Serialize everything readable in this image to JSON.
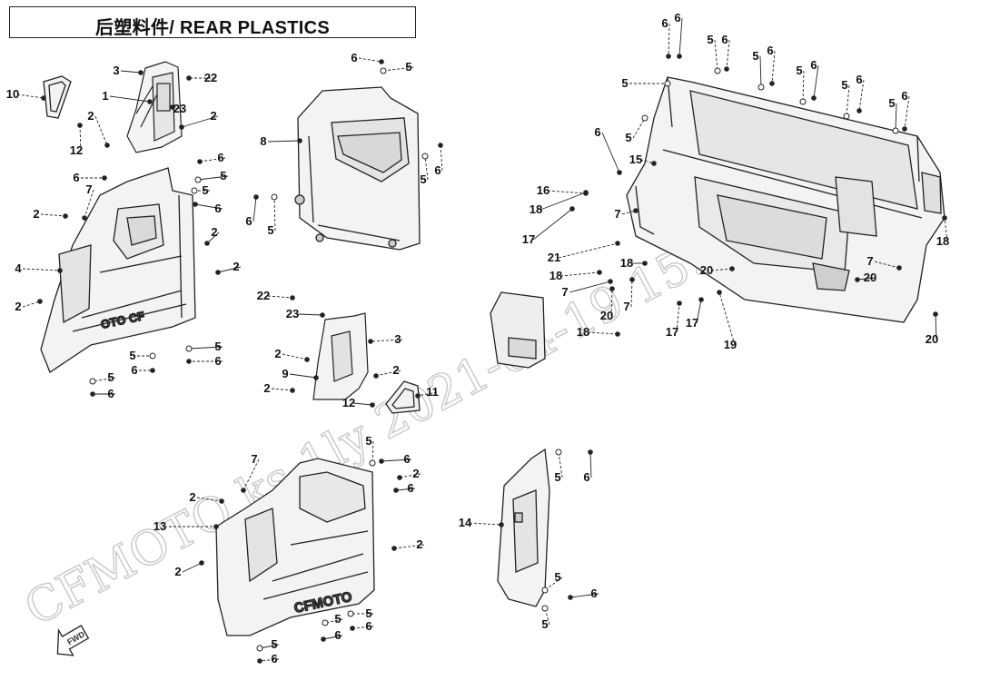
{
  "header": {
    "title": "后塑料件/ REAR PLASTICS"
  },
  "watermark": {
    "text": "CFMOTO ks-1ly 2021-04-19 15:39:02"
  },
  "fwd_marker": {
    "label": "FWD"
  },
  "logos": {
    "left_panel": "OTO CF",
    "lower_panel": "CFMOTO"
  },
  "labels": [
    {
      "id": "l1",
      "t": "3"
    },
    {
      "id": "l2",
      "t": "22"
    },
    {
      "id": "l3",
      "t": "10"
    },
    {
      "id": "l4",
      "t": "1"
    },
    {
      "id": "l5",
      "t": "2"
    },
    {
      "id": "l6",
      "t": "23"
    },
    {
      "id": "l7",
      "t": "2"
    },
    {
      "id": "l8",
      "t": "12"
    },
    {
      "id": "l9",
      "t": "6"
    },
    {
      "id": "l10",
      "t": "5"
    },
    {
      "id": "l11",
      "t": "6"
    },
    {
      "id": "l12",
      "t": "7"
    },
    {
      "id": "l13",
      "t": "6"
    },
    {
      "id": "l14",
      "t": "5"
    },
    {
      "id": "l15",
      "t": "2"
    },
    {
      "id": "l16",
      "t": "2"
    },
    {
      "id": "l17",
      "t": "4"
    },
    {
      "id": "l18",
      "t": "2"
    },
    {
      "id": "l19",
      "t": "2"
    },
    {
      "id": "l20",
      "t": "5"
    },
    {
      "id": "l21",
      "t": "6"
    },
    {
      "id": "l22",
      "t": "5"
    },
    {
      "id": "l23",
      "t": "6"
    },
    {
      "id": "l24",
      "t": "5"
    },
    {
      "id": "l25",
      "t": "6"
    },
    {
      "id": "l26",
      "t": "6"
    },
    {
      "id": "l27",
      "t": "5"
    },
    {
      "id": "l28",
      "t": "8"
    },
    {
      "id": "l29",
      "t": "5"
    },
    {
      "id": "l30",
      "t": "6"
    },
    {
      "id": "l31",
      "t": "6"
    },
    {
      "id": "l32",
      "t": "5"
    },
    {
      "id": "l33",
      "t": "22"
    },
    {
      "id": "l34",
      "t": "23"
    },
    {
      "id": "l35",
      "t": "3"
    },
    {
      "id": "l36",
      "t": "2"
    },
    {
      "id": "l37",
      "t": "9"
    },
    {
      "id": "l38",
      "t": "2"
    },
    {
      "id": "l39",
      "t": "2"
    },
    {
      "id": "l40",
      "t": "12"
    },
    {
      "id": "l41",
      "t": "11"
    },
    {
      "id": "l42",
      "t": "5"
    },
    {
      "id": "l43",
      "t": "6"
    },
    {
      "id": "l44",
      "t": "7"
    },
    {
      "id": "l45",
      "t": "2"
    },
    {
      "id": "l46",
      "t": "6"
    },
    {
      "id": "l47",
      "t": "2"
    },
    {
      "id": "l48",
      "t": "13"
    },
    {
      "id": "l49",
      "t": "2"
    },
    {
      "id": "l50",
      "t": "2"
    },
    {
      "id": "l51",
      "t": "5"
    },
    {
      "id": "l52",
      "t": "6"
    },
    {
      "id": "l53",
      "t": "5"
    },
    {
      "id": "l54",
      "t": "6"
    },
    {
      "id": "l55",
      "t": "5"
    },
    {
      "id": "l56",
      "t": "6"
    },
    {
      "id": "l57",
      "t": "5"
    },
    {
      "id": "l58",
      "t": "6"
    },
    {
      "id": "l59",
      "t": "14"
    },
    {
      "id": "l60",
      "t": "5"
    },
    {
      "id": "l61",
      "t": "6"
    },
    {
      "id": "l62",
      "t": "5"
    },
    {
      "id": "l63",
      "t": "6"
    },
    {
      "id": "l64",
      "t": "6"
    },
    {
      "id": "l65",
      "t": "5"
    },
    {
      "id": "l66",
      "t": "6"
    },
    {
      "id": "l67",
      "t": "5"
    },
    {
      "id": "l68",
      "t": "6"
    },
    {
      "id": "l69",
      "t": "5"
    },
    {
      "id": "l70",
      "t": "6"
    },
    {
      "id": "l71",
      "t": "5"
    },
    {
      "id": "l72",
      "t": "6"
    },
    {
      "id": "l73",
      "t": "5"
    },
    {
      "id": "l74",
      "t": "6"
    },
    {
      "id": "l75",
      "t": "5"
    },
    {
      "id": "l76",
      "t": "6"
    },
    {
      "id": "l77",
      "t": "5"
    },
    {
      "id": "l78",
      "t": "16"
    },
    {
      "id": "l79",
      "t": "17"
    },
    {
      "id": "l80",
      "t": "21"
    },
    {
      "id": "l81",
      "t": "18"
    },
    {
      "id": "l82",
      "t": "7"
    },
    {
      "id": "l83",
      "t": "20"
    },
    {
      "id": "l84",
      "t": "7"
    },
    {
      "id": "l85",
      "t": "18"
    },
    {
      "id": "l86",
      "t": "20"
    },
    {
      "id": "l87",
      "t": "7"
    },
    {
      "id": "l88",
      "t": "20"
    },
    {
      "id": "l89",
      "t": "18"
    },
    {
      "id": "l90",
      "t": "17"
    },
    {
      "id": "l91",
      "t": "17"
    },
    {
      "id": "l92",
      "t": "18"
    },
    {
      "id": "l93",
      "t": "19"
    },
    {
      "id": "l94",
      "t": "20"
    },
    {
      "id": "l95",
      "t": "15"
    },
    {
      "id": "l96",
      "t": "7"
    },
    {
      "id": "l97",
      "t": "18"
    }
  ]
}
